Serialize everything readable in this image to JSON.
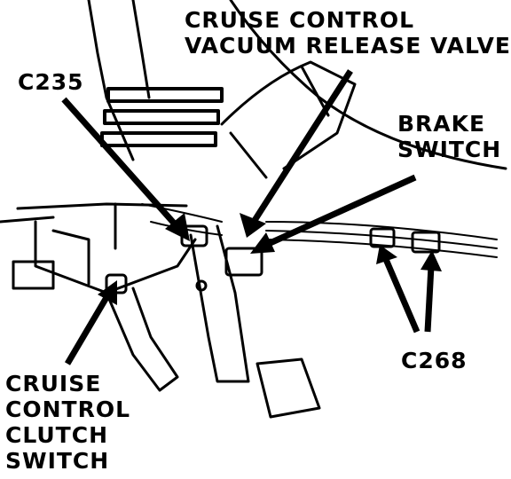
{
  "figure": {
    "labels": {
      "vacuum_release_valve": [
        "CRUISE CONTROL",
        "VACUUM RELEASE VALVE"
      ],
      "c235": "C235",
      "brake_switch": [
        "BRAKE",
        "SWITCH"
      ],
      "c268": "C268",
      "clutch_switch": [
        "CRUISE",
        "CONTROL",
        "CLUTCH",
        "SWITCH"
      ]
    },
    "colors": {
      "ink": "#000000",
      "paper": "#ffffff"
    }
  }
}
